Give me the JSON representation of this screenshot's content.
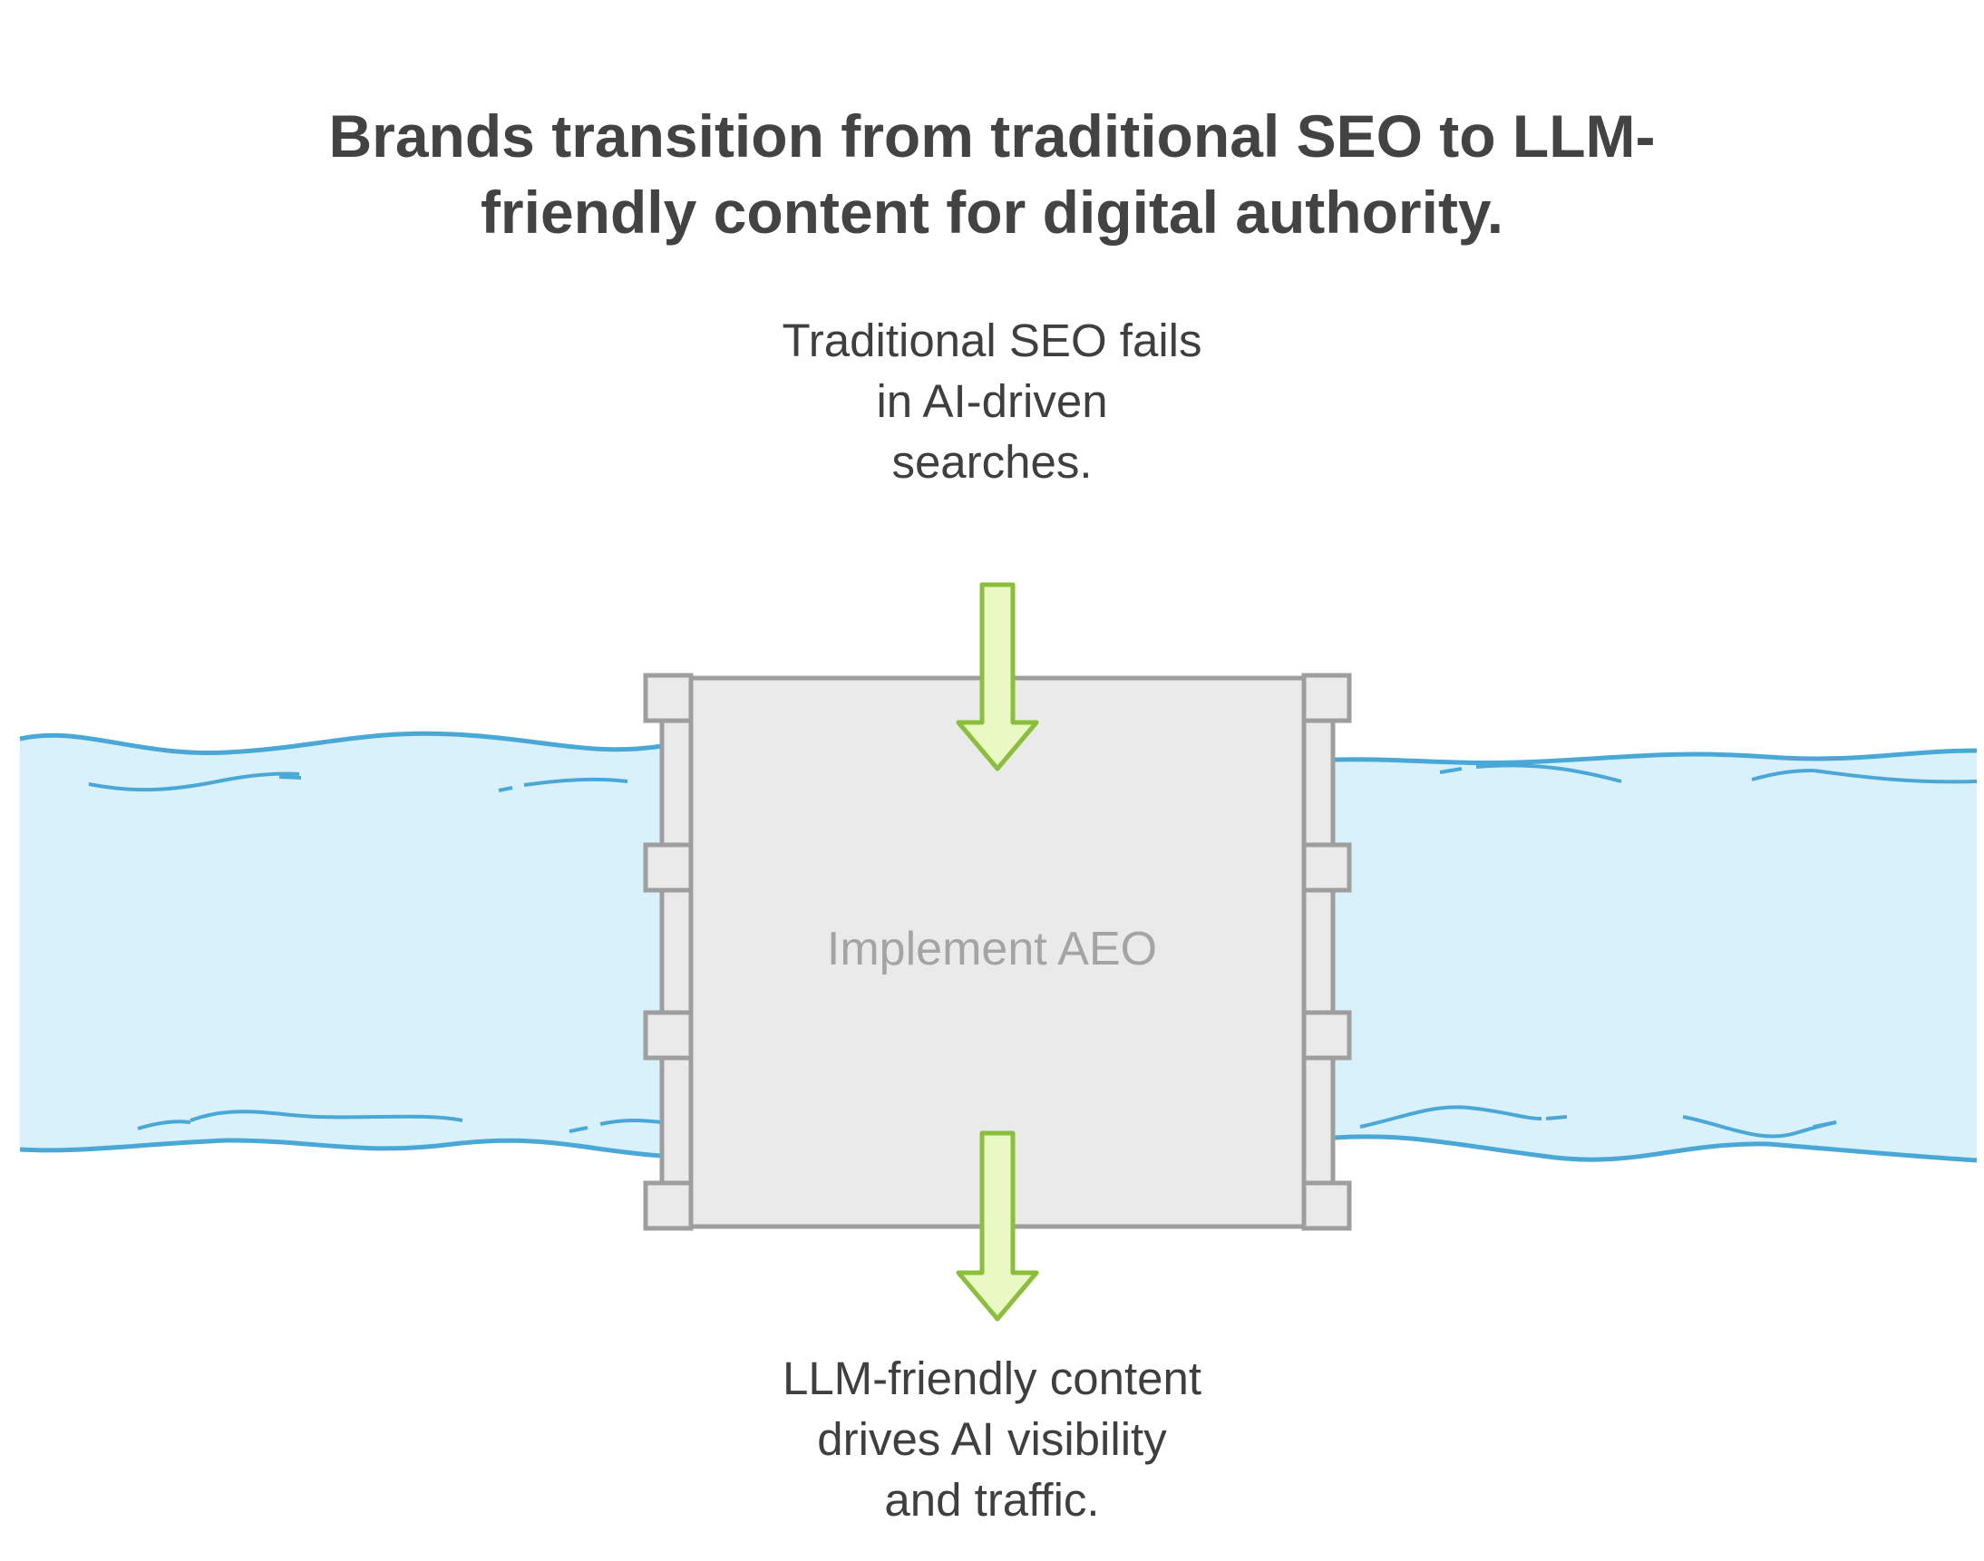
{
  "title": "Brands transition from traditional SEO to LLM-\nfriendly content for digital authority.",
  "input_label": "Traditional SEO fails\nin AI-driven\nsearches.",
  "process_label": "Implement AEO",
  "output_label": "LLM-friendly content\ndrives AI visibility\nand traffic.",
  "colors": {
    "river_fill": "#d9f1fb",
    "river_line": "#4aa8d6",
    "dam_fill": "#eaeaea",
    "dam_stroke": "#9e9e9e",
    "arrow_fill": "#eaf8c4",
    "arrow_stroke": "#8bbf3b",
    "title_text": "#434343",
    "label_text": "#3f3f3f",
    "box_text": "#a4a4a4"
  }
}
